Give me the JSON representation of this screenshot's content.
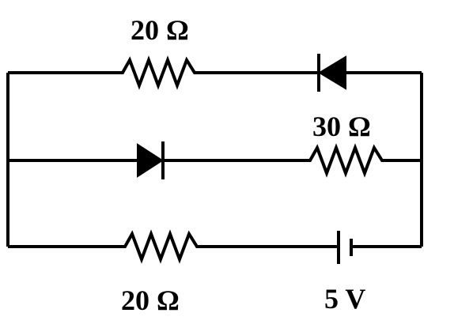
{
  "diagram": {
    "labels": {
      "top_resistor": "20 Ω",
      "middle_resistor": "30 Ω",
      "bottom_resistor": "20 Ω",
      "battery": "5 V"
    },
    "components": [
      {
        "name": "top-resistor",
        "type": "resistor",
        "value_label": "20 Ω"
      },
      {
        "name": "top-diode",
        "type": "diode",
        "orientation": "pointing-left"
      },
      {
        "name": "middle-diode",
        "type": "diode",
        "orientation": "pointing-right"
      },
      {
        "name": "middle-resistor",
        "type": "resistor",
        "value_label": "30 Ω"
      },
      {
        "name": "bottom-resistor",
        "type": "resistor",
        "value_label": "20 Ω"
      },
      {
        "name": "battery",
        "type": "cell",
        "value_label": "5 V"
      }
    ],
    "colors": {
      "stroke": "#000000",
      "background": "#ffffff"
    }
  }
}
